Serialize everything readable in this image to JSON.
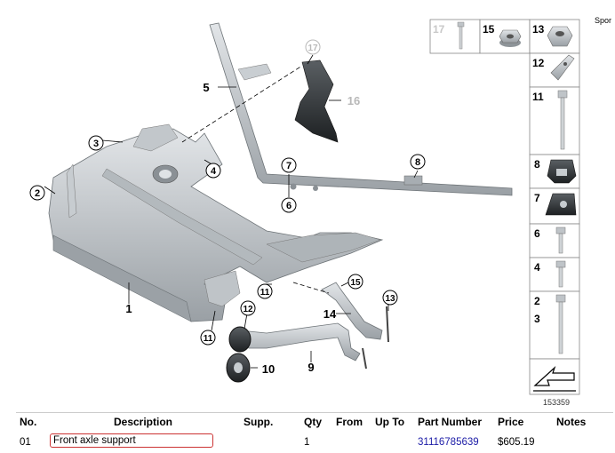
{
  "corner_label": "Spor",
  "catalog_number": "153359",
  "callouts": {
    "c1": "1",
    "c2": "2",
    "c3": "3",
    "c4": "4",
    "c5": "5",
    "c6": "6",
    "c7": "7",
    "c8": "8",
    "c9": "9",
    "c10": "10",
    "c11a": "11",
    "c11b": "11",
    "c12": "12",
    "c13": "13",
    "c14": "14",
    "c15": "15",
    "c16": "16",
    "c17": "17"
  },
  "legend": {
    "top": [
      {
        "num": "17",
        "name": "bolt"
      },
      {
        "num": "15",
        "name": "collar-nut"
      },
      {
        "num": "13",
        "name": "hex-nut"
      }
    ],
    "side": [
      {
        "num": "12",
        "name": "clip-nut"
      },
      {
        "num": "11",
        "name": "long-bolt"
      },
      {
        "num": "8",
        "name": "spring-nut"
      },
      {
        "num": "7",
        "name": "cage-nut"
      },
      {
        "num": "6",
        "name": "flange-bolt"
      },
      {
        "num": "4",
        "name": "flange-bolt-short"
      },
      {
        "num": "2",
        "num2": "3",
        "name": "long-flange-bolt"
      }
    ]
  },
  "table": {
    "headers": {
      "no": "No.",
      "description": "Description",
      "supp": "Supp.",
      "qty": "Qty",
      "from": "From",
      "upto": "Up To",
      "part_number": "Part Number",
      "price": "Price",
      "notes": "Notes"
    },
    "rows": [
      {
        "no": "01",
        "description": "Front axle support",
        "supp": "",
        "qty": "1",
        "from": "",
        "upto": "",
        "part_number": "31116785639",
        "price": "$605.19",
        "notes": ""
      }
    ]
  },
  "colors": {
    "callout_stroke": "#000000",
    "part_fill": "#cfd3d6",
    "part_shadow": "#8e9499",
    "faded_callout": "#b8b8b8",
    "link": "#1a1aa6",
    "desc_border": "#cc3333"
  }
}
